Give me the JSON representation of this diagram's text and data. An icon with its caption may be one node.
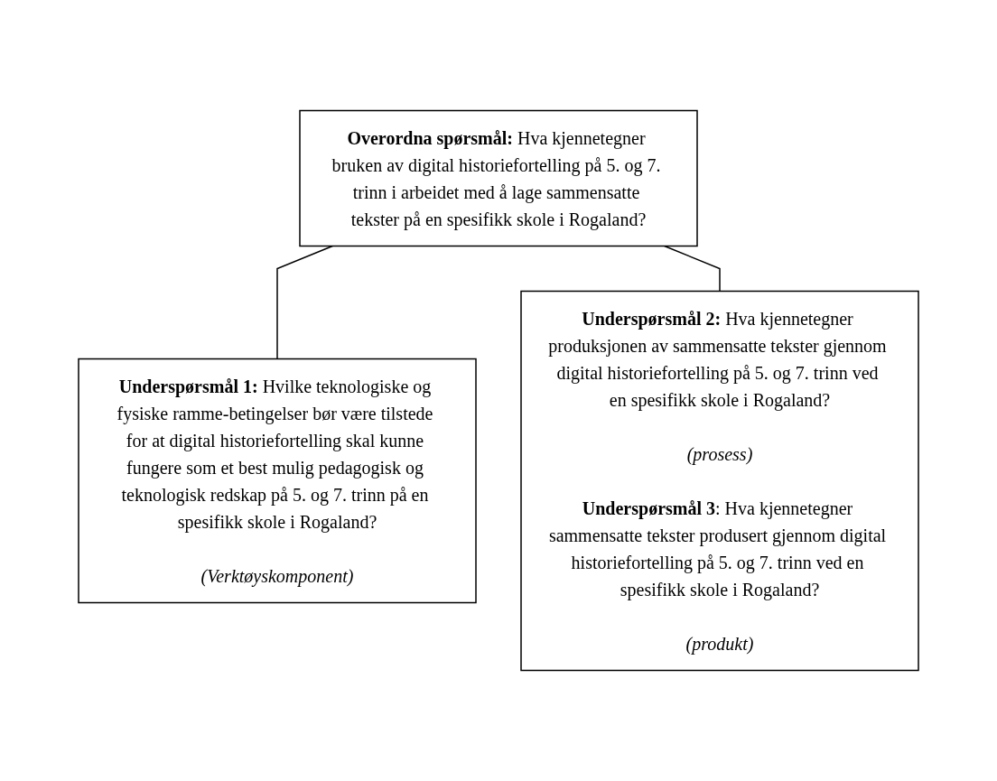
{
  "diagram": {
    "nodes": [
      {
        "text": [
          "Overordna spørsmål:",
          "Hva kjennetegner bruken av digital historiefortelling på 5. og 7. trinn i arbeidet med å lage sammensatte tekster på en spesifikk skole i Rogaland?"
        ]
      },
      {
        "text": [
          "Underspørsmål 1:",
          "Hvilke teknologiske og fysiske ramme-betingelser bør være tilstede for at digital historiefortelling skal kunne fungere som et best mulig pedagogisk og teknologisk redskap på 5. og 7. trinn på en spesifikk skole i Rogaland?",
          "(Verktøyskomponent)"
        ]
      },
      {
        "text": [
          "Underspørsmål 2:",
          "Hva kjennetegner produksjonen av sammensatte tekster gjennom digital historiefortelling på 5. og 7. trinn ved en spesifikk skole i Rogaland?",
          "(prosess)",
          "Underspørsmål 3",
          ": Hva kjennetegner sammensatte tekster produsert gjennom digital historiefortelling på 5. og 7. trinn ved en spesifikk skole i Rogaland?",
          "(produkt)"
        ]
      }
    ],
    "edges": [
      {
        "from": 0,
        "to": 1,
        "arrow": "none"
      },
      {
        "from": 0,
        "to": 2,
        "arrow": "none"
      }
    ]
  }
}
